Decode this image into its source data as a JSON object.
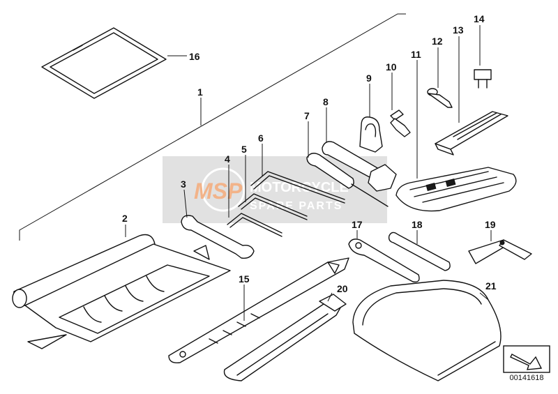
{
  "diagram_id": "00141618",
  "watermark": {
    "logo": "MSP",
    "line1": "MOTORCYCLE",
    "line2": "SPARE PARTS"
  },
  "callouts": {
    "p1": "1",
    "p2": "2",
    "p3": "3",
    "p4": "4",
    "p5": "5",
    "p6": "6",
    "p7": "7",
    "p8": "8",
    "p9": "9",
    "p10": "10",
    "p11": "11",
    "p12": "12",
    "p13": "13",
    "p14": "14",
    "p15": "15",
    "p16": "16",
    "p17": "17",
    "p18": "18",
    "p19": "19",
    "p20": "20",
    "p21": "21"
  },
  "colors": {
    "watermark_band": "#c9c9c9",
    "watermark_accent": "#e8762a",
    "ink": "#111111"
  }
}
